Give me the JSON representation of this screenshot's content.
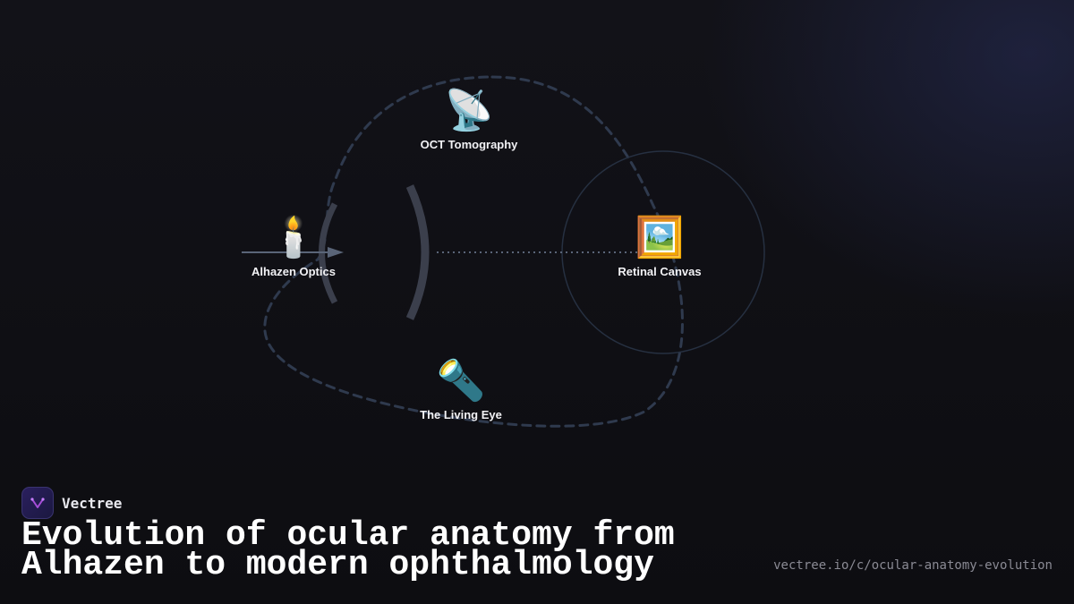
{
  "brand": {
    "name": "Vectree"
  },
  "title": "Evolution of ocular anatomy from Alhazen to modern ophthalmology",
  "url": "vectree.io/c/ocular-anatomy-evolution",
  "nodes": [
    {
      "id": "oct",
      "label": "OCT Tomography",
      "icon": "satellite-dish-icon",
      "glyph": "📡"
    },
    {
      "id": "alhazen",
      "label": "Alhazen Optics",
      "icon": "candle-icon",
      "glyph": "🕯️"
    },
    {
      "id": "retinal",
      "label": "Retinal Canvas",
      "icon": "framed-picture-icon",
      "glyph": "🖼️"
    },
    {
      "id": "living",
      "label": "The Living Eye",
      "icon": "flashlight-icon",
      "glyph": "🔦"
    }
  ],
  "colors": {
    "background": "#0e0e13",
    "path_dash": "#2f3a4e",
    "lens_arc": "#3b3f4c",
    "ray": "#5a6578",
    "circle": "#263041",
    "text": "#f2f2f5",
    "url": "#8a8a94"
  }
}
